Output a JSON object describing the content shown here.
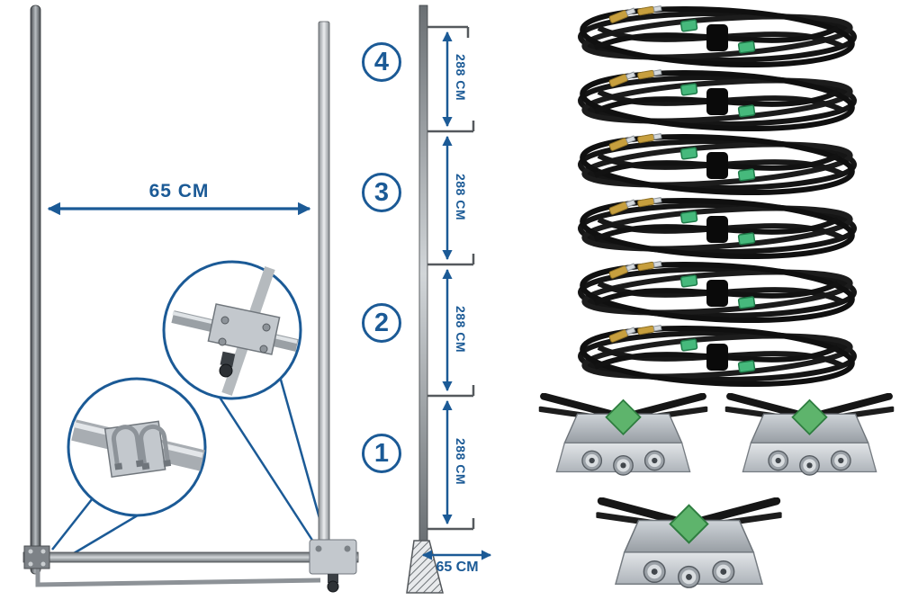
{
  "colors": {
    "accent": "#1b5a96",
    "cable_black": "#141414",
    "metal_gray": "#b9bec3",
    "label_green": "#46b97c"
  },
  "mast_diagram": {
    "spacing_label": "65 CM"
  },
  "antenna_diagram": {
    "segments": [
      {
        "number": "4",
        "length_label": "288 CM"
      },
      {
        "number": "3",
        "length_label": "288 CM"
      },
      {
        "number": "2",
        "length_label": "288 CM"
      },
      {
        "number": "1",
        "length_label": "288 CM"
      }
    ],
    "base_label": "65 CM"
  },
  "gallery": {
    "cable_count": 6,
    "bracket_count": 3
  }
}
